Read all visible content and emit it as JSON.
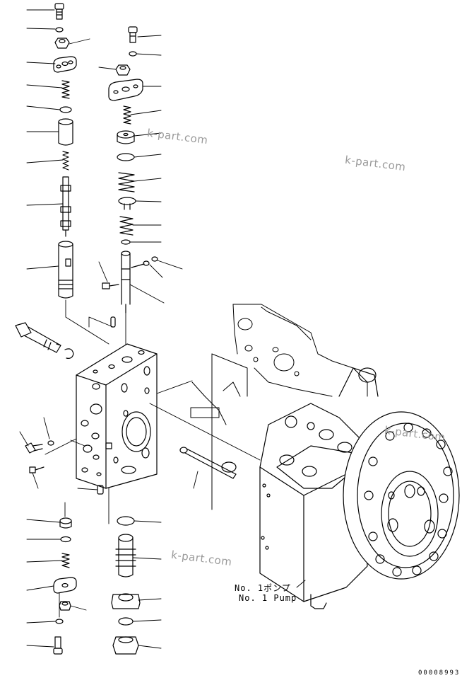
{
  "watermarks": [
    "k-part.com",
    "k-part.com",
    "k-part.com",
    "k-part.com"
  ],
  "pump_label_jp": "No. 1ポンプ",
  "pump_label_en": "No. 1 Pump",
  "drawing_code": "00008993"
}
